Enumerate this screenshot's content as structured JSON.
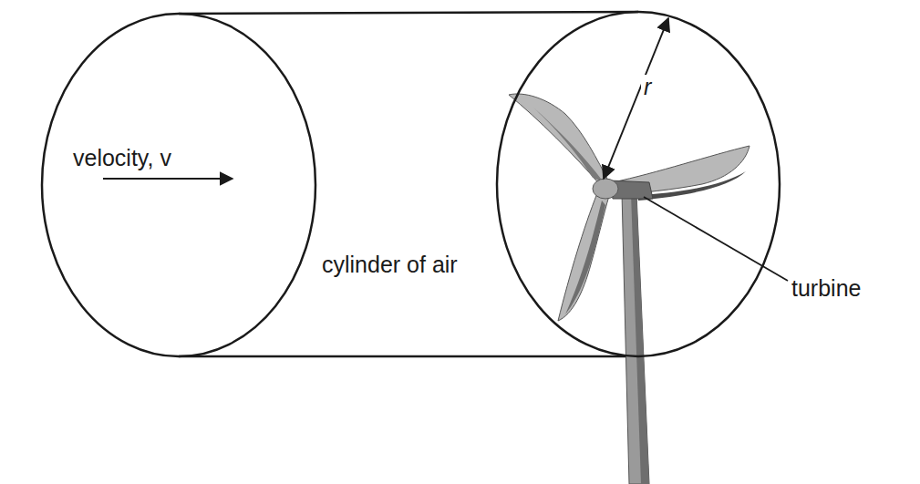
{
  "diagram": {
    "labels": [
      "velocity, v",
      "cylinder of air",
      "turbine",
      "r"
    ]
  }
}
